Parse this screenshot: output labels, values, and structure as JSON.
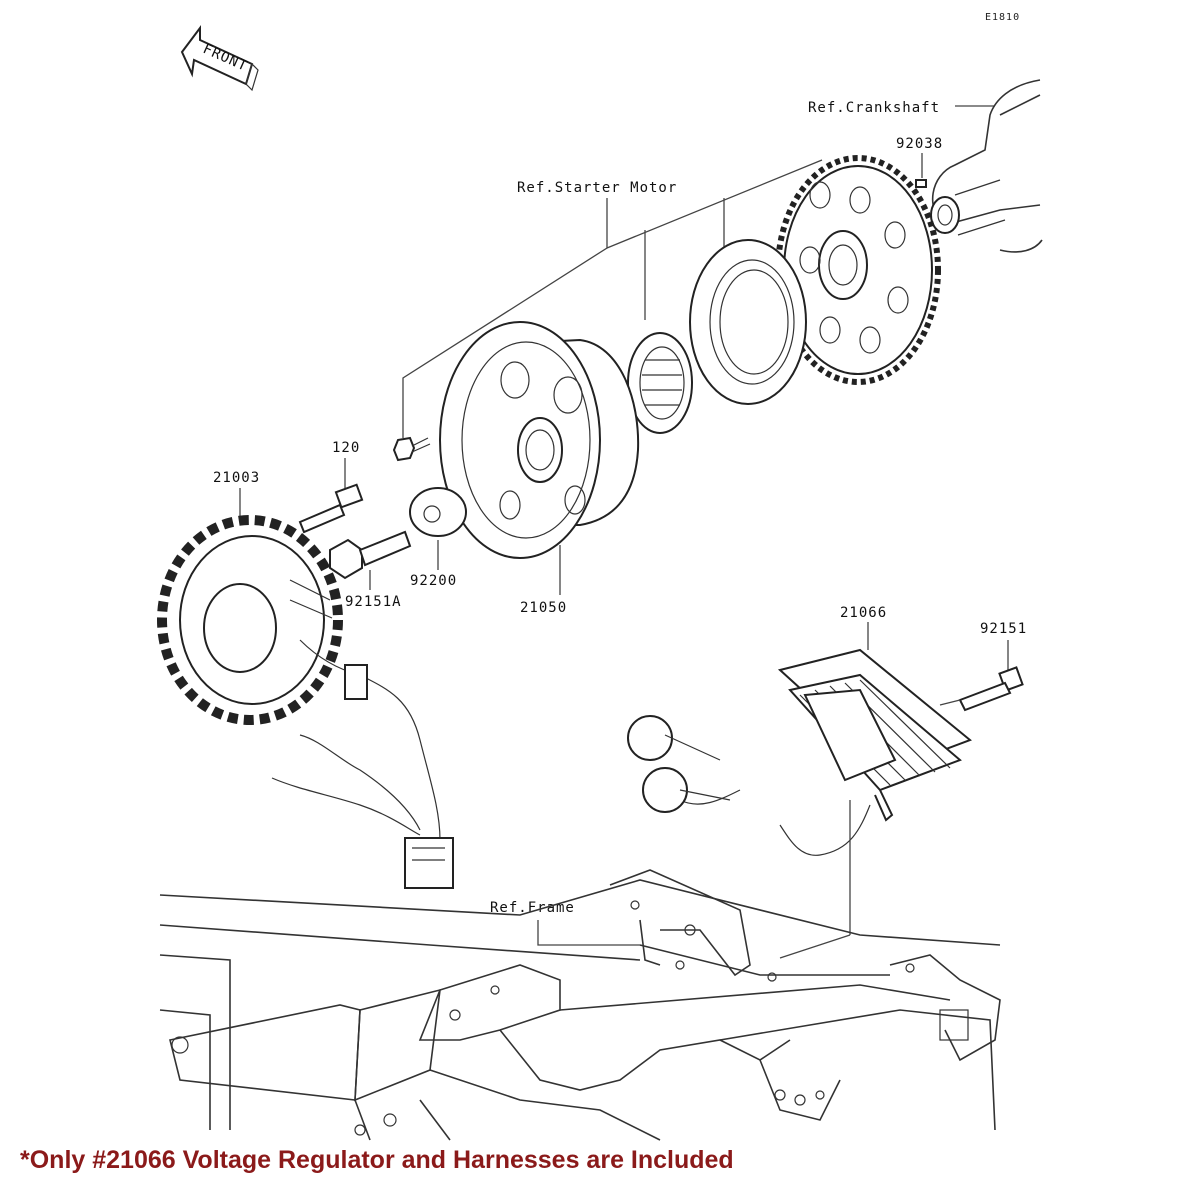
{
  "diagram_code": "E1810",
  "front_arrow_label": "FRONT",
  "labels": {
    "ref_crankshaft": "Ref.Crankshaft",
    "part_92038": "92038",
    "ref_starter_motor": "Ref.Starter Motor",
    "part_120": "120",
    "part_21003": "21003",
    "part_92200": "92200",
    "part_92151A": "92151A",
    "part_21050": "21050",
    "part_21066": "21066",
    "part_92151": "92151",
    "ref_frame": "Ref.Frame"
  },
  "footer_note": "*Only #21066 Voltage Regulator and Harnesses are Included",
  "colors": {
    "note": "#8b1a1a",
    "line": "#222222",
    "background": "#ffffff"
  }
}
